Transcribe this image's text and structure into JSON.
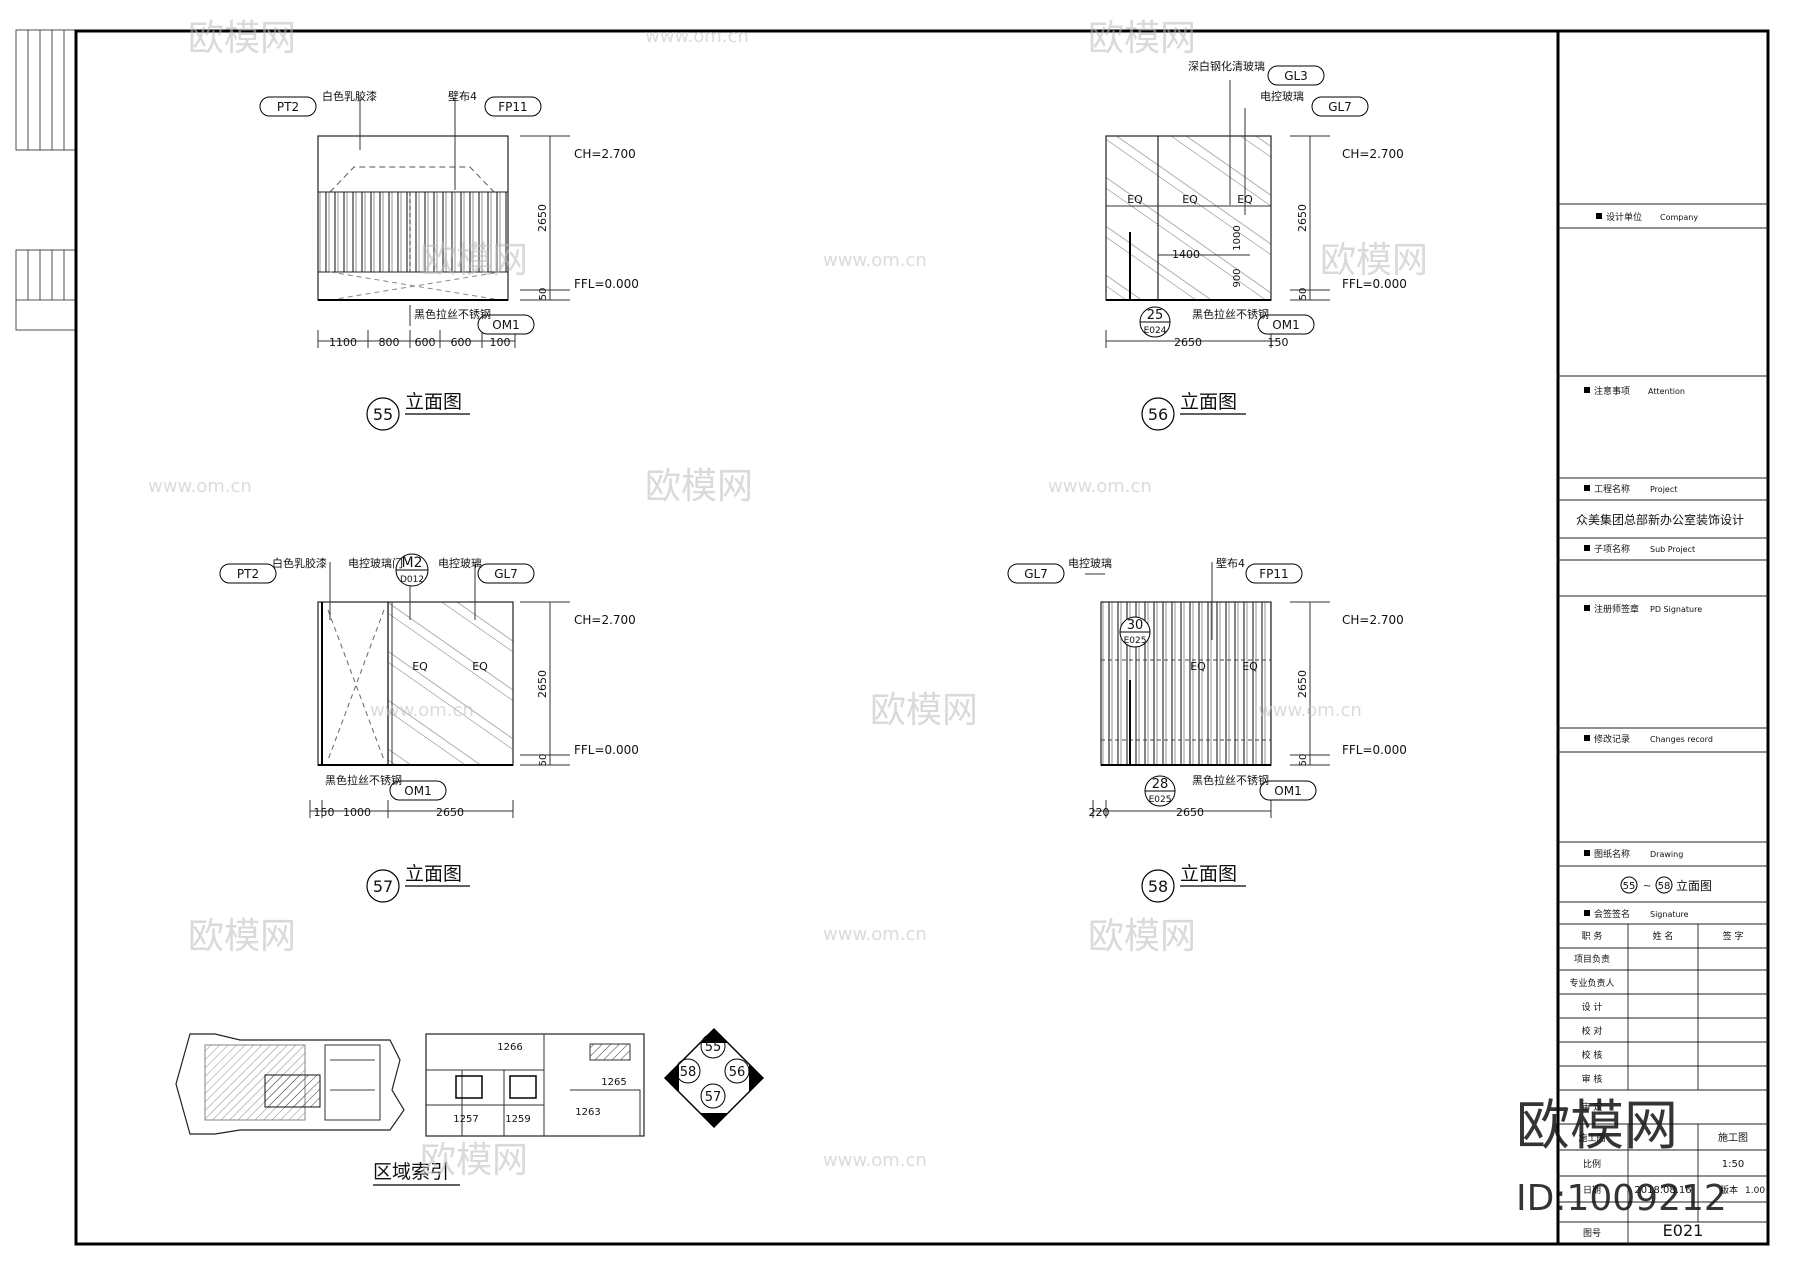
{
  "watermark": {
    "brand": "欧模网",
    "url": "www.om.cn",
    "id": "ID:1009212"
  },
  "elevations": [
    {
      "id": "55",
      "title": "立面图",
      "tags": [
        {
          "code": "PT2",
          "note": "白色乳胶漆"
        },
        {
          "code": "FP11",
          "note": "壁布4"
        },
        {
          "code": "OM1",
          "note": "黑色拉丝不锈钢"
        }
      ],
      "levels": {
        "ch": "CH=2.700",
        "ffl": "FFL=0.000"
      },
      "height_dims": [
        "2650",
        "50"
      ],
      "width_dims": [
        "1100",
        "800",
        "600",
        "600",
        "100"
      ]
    },
    {
      "id": "56",
      "title": "立面图",
      "tags": [
        {
          "code": "GL3",
          "note": "深白钢化清玻璃"
        },
        {
          "code": "GL7",
          "note": "电控玻璃"
        },
        {
          "code": "OM1",
          "note": "黑色拉丝不锈钢"
        }
      ],
      "levels": {
        "ch": "CH=2.700",
        "ffl": "FFL=0.000"
      },
      "height_dims": [
        "2650",
        "50"
      ],
      "inner_dims": [
        "EQ",
        "EQ",
        "EQ",
        "1400",
        "1000",
        "900"
      ],
      "width_dims": [
        "2650",
        "150"
      ],
      "ref": {
        "num": "25",
        "sheet": "E024"
      }
    },
    {
      "id": "57",
      "title": "立面图",
      "tags": [
        {
          "code": "PT2",
          "note": "白色乳胶漆"
        },
        {
          "code": "M2",
          "note": "电控玻璃门",
          "sub": "D012"
        },
        {
          "code": "GL7",
          "note": "电控玻璃"
        },
        {
          "code": "OM1",
          "note": "黑色拉丝不锈钢"
        }
      ],
      "levels": {
        "ch": "CH=2.700",
        "ffl": "FFL=0.000"
      },
      "height_dims": [
        "2650",
        "50"
      ],
      "inner_dims": [
        "EQ",
        "EQ"
      ],
      "width_dims": [
        "150",
        "1000",
        "2650"
      ]
    },
    {
      "id": "58",
      "title": "立面图",
      "tags": [
        {
          "code": "GL7",
          "note": "电控玻璃"
        },
        {
          "code": "FP11",
          "note": "壁布4"
        },
        {
          "code": "OM1",
          "note": "黑色拉丝不锈钢"
        }
      ],
      "levels": {
        "ch": "CH=2.700",
        "ffl": "FFL=0.000"
      },
      "height_dims": [
        "2650",
        "50"
      ],
      "inner_dims": [
        "EQ",
        "EQ"
      ],
      "width_dims": [
        "220",
        "2650"
      ],
      "refs": [
        {
          "num": "30",
          "sheet": "E025"
        },
        {
          "num": "28",
          "sheet": "E025"
        }
      ]
    }
  ],
  "key_plan": {
    "title": "区域索引",
    "rooms": [
      "1266",
      "1265",
      "1257",
      "1259",
      "1263"
    ],
    "indices": [
      "55",
      "56",
      "57",
      "58"
    ]
  },
  "title_block": {
    "company": {
      "label": "设计单位",
      "en": "Company"
    },
    "advisor": {
      "label": "注意事项",
      "en": "Attention"
    },
    "project": {
      "label": "工程名称",
      "en": "Project",
      "value": "众美集团总部新办公室装饰设计"
    },
    "sub_project": {
      "label": "子项名称",
      "en": "Sub Project"
    },
    "pd": {
      "label": "注册师签章",
      "en": "PD Signature"
    },
    "changes": {
      "label": "修改记录",
      "en": "Changes record"
    },
    "drawing": {
      "label": "图纸名称",
      "en": "Drawing",
      "from": "55",
      "to": "58",
      "title": "立面图",
      "sep": "~"
    },
    "signature": {
      "label": "会签签名",
      "en": "Signature"
    },
    "sign_table": {
      "headers": [
        "职 务",
        "姓 名",
        "签 字"
      ],
      "rows": [
        "项目负责",
        "专业负责人",
        "设 计",
        "校 对",
        "校 核",
        "审 核",
        "审 定"
      ]
    },
    "meta": [
      {
        "label": "日期",
        "value": "2018.08.16"
      },
      {
        "label": "比例",
        "value": "1:50"
      },
      {
        "label": "版本",
        "value": "1.00"
      },
      {
        "label": "施工图",
        "value": "施工图"
      }
    ],
    "sheet_label": "图号",
    "sheet_number": "E021"
  }
}
